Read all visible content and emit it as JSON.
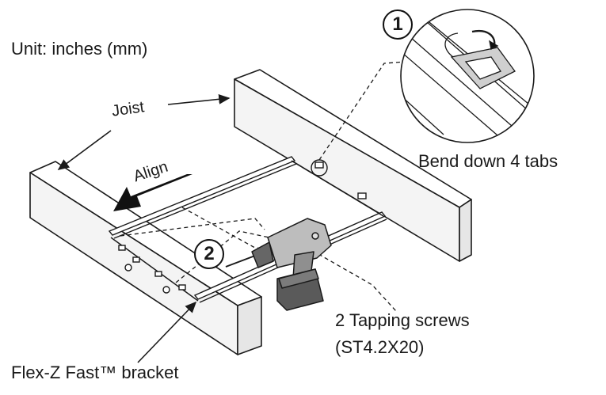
{
  "diagram": {
    "unit_label": "Unit: inches (mm)",
    "joist_label": "Joist",
    "align_label": "Align",
    "bend_label": "Bend down 4 tabs",
    "screws_label_line1": "2 Tapping screws",
    "screws_label_line2": "(ST4.2X20)",
    "bracket_label": "Flex-Z Fast™ bracket",
    "step1": "1",
    "step2": "2"
  },
  "colors": {
    "line": "#1a1a1a",
    "joist_top": "#ffffff",
    "joist_side": "#f2f2f2",
    "drill_body": "#b9b9b9",
    "drill_dark": "#555555",
    "tab_fill": "#c9c9c9"
  }
}
